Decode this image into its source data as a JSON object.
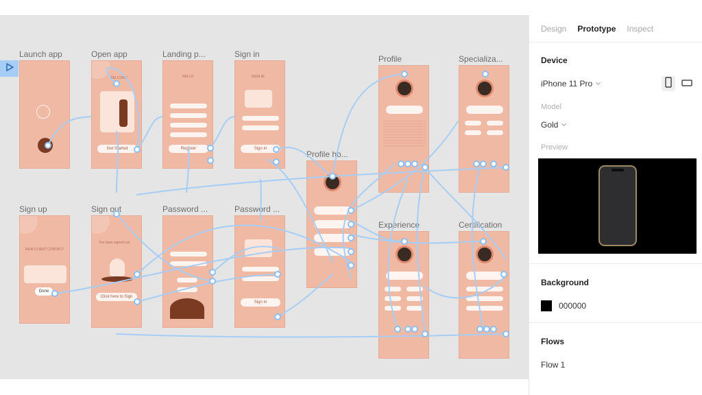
{
  "frames": [
    {
      "id": "launch",
      "title": "Launch app"
    },
    {
      "id": "open",
      "title": "Open app",
      "button": "Get Started",
      "header": "WELCOME"
    },
    {
      "id": "landing",
      "title": "Landing p...",
      "button": "Register",
      "header": "HELLO"
    },
    {
      "id": "signin",
      "title": "Sign in",
      "button": "Sign in",
      "header": "SIGN IN"
    },
    {
      "id": "profilehome",
      "title": "Profile ho..."
    },
    {
      "id": "profile",
      "title": "Profile"
    },
    {
      "id": "special",
      "title": "Specializa..."
    },
    {
      "id": "signup",
      "title": "Sign up",
      "button": "Done",
      "header": "NEW CLIENT CONTACT"
    },
    {
      "id": "signout",
      "title": "Sign out",
      "button": "Click here to Sign",
      "header": "You have signed out"
    },
    {
      "id": "pw1",
      "title": "Password ..."
    },
    {
      "id": "pw2",
      "title": "Password ...",
      "button": "Sign in"
    },
    {
      "id": "experience",
      "title": "Experience"
    },
    {
      "id": "certification",
      "title": "Certification"
    }
  ],
  "panel": {
    "tabs": [
      "Design",
      "Prototype",
      "Inspect"
    ],
    "active_tab": "Prototype",
    "device": {
      "title": "Device",
      "value": "iPhone 11 Pro"
    },
    "model": {
      "label": "Model",
      "value": "Gold"
    },
    "preview": {
      "label": "Preview"
    },
    "background": {
      "title": "Background",
      "value": "000000",
      "color": "#000000"
    },
    "flows": {
      "title": "Flows",
      "items": [
        "Flow 1"
      ]
    }
  },
  "colors": {
    "canvas": "#e5e5e5",
    "frame": "#f0b9a4",
    "connector": "#a6cdf5"
  },
  "icons": [
    "play-icon",
    "portrait-icon",
    "landscape-icon",
    "chevron-down-icon"
  ]
}
